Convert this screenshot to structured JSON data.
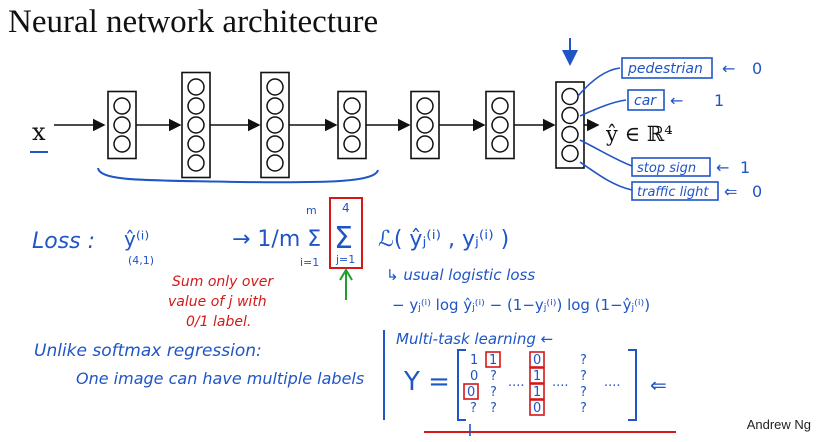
{
  "slide": {
    "title": "Neural network architecture",
    "footer": "Andrew Ng"
  },
  "network": {
    "input_label": "x",
    "output_label": "ŷ ∈ ℝ⁴",
    "layers": [
      3,
      5,
      5,
      3,
      3,
      3,
      4
    ]
  },
  "outputs": [
    {
      "label": "pedestrian",
      "value": "0"
    },
    {
      "label": "car",
      "value": "1"
    },
    {
      "label": "stop sign",
      "value": "1"
    },
    {
      "label": "traffic light",
      "value": "0"
    }
  ],
  "loss": {
    "label": "Loss :",
    "yhat": "ŷ⁽ⁱ⁾",
    "shape": "(4,1)",
    "formula_prefix": "→ 1/m Σ",
    "sum_top": "m",
    "sum_bottom": "i=1",
    "inner_top": "4",
    "inner_bottom": "j=1",
    "L_expr": "ℒ( ŷⱼ⁽ⁱ⁾ , yⱼ⁽ⁱ⁾ )"
  },
  "notes": {
    "usual_loss": "↳ usual logistic loss",
    "logistic_formula": "− yⱼ⁽ⁱ⁾ log ŷⱼ⁽ⁱ⁾ − (1−yⱼ⁽ⁱ⁾) log (1−ŷⱼ⁽ⁱ⁾)",
    "red_note_1": "Sum only over",
    "red_note_2": "value of j with",
    "red_note_3": "0/1 label.",
    "softmax_1": "Unlike softmax regression:",
    "softmax_2": "One image can have multiple labels",
    "multitask": "Multi-task learning ←",
    "Y_label": "Y ="
  },
  "matrix": {
    "col1": [
      "1",
      "0",
      "0",
      "?"
    ],
    "col2": [
      "1",
      "?",
      "?",
      "?"
    ],
    "col3": [
      "0",
      "1",
      "1",
      "0"
    ],
    "col4": [
      "?",
      "?",
      "?",
      "?"
    ],
    "dots": "...."
  }
}
